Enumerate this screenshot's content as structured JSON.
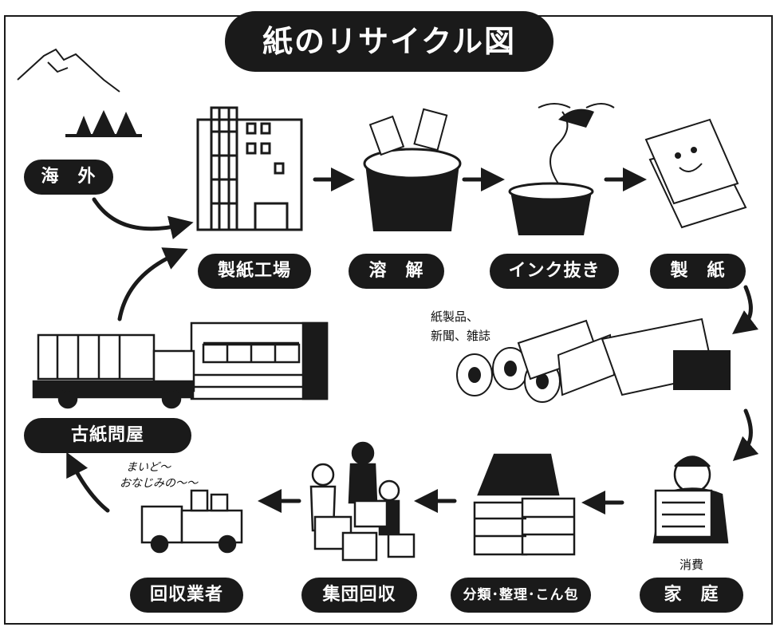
{
  "title": "紙のリサイクル図",
  "nodes": {
    "overseas": "海　外",
    "paper_mill": "製紙工場",
    "dissolve": "溶　解",
    "deink": "インク抜き",
    "papermaking": "製　紙",
    "household": "家　庭",
    "sorting": "分類･整理･こん包",
    "group_collection": "集団回収",
    "collector": "回収業者",
    "wholesaler": "古紙問屋"
  },
  "notes": {
    "products_line1": "紙製品、",
    "products_line2": "新聞、雑誌",
    "consumption": "消費",
    "speech_line1": "まいど～",
    "speech_line2": "おなじみの～～"
  },
  "colors": {
    "ink": "#1a1a1a",
    "paper": "#ffffff"
  }
}
